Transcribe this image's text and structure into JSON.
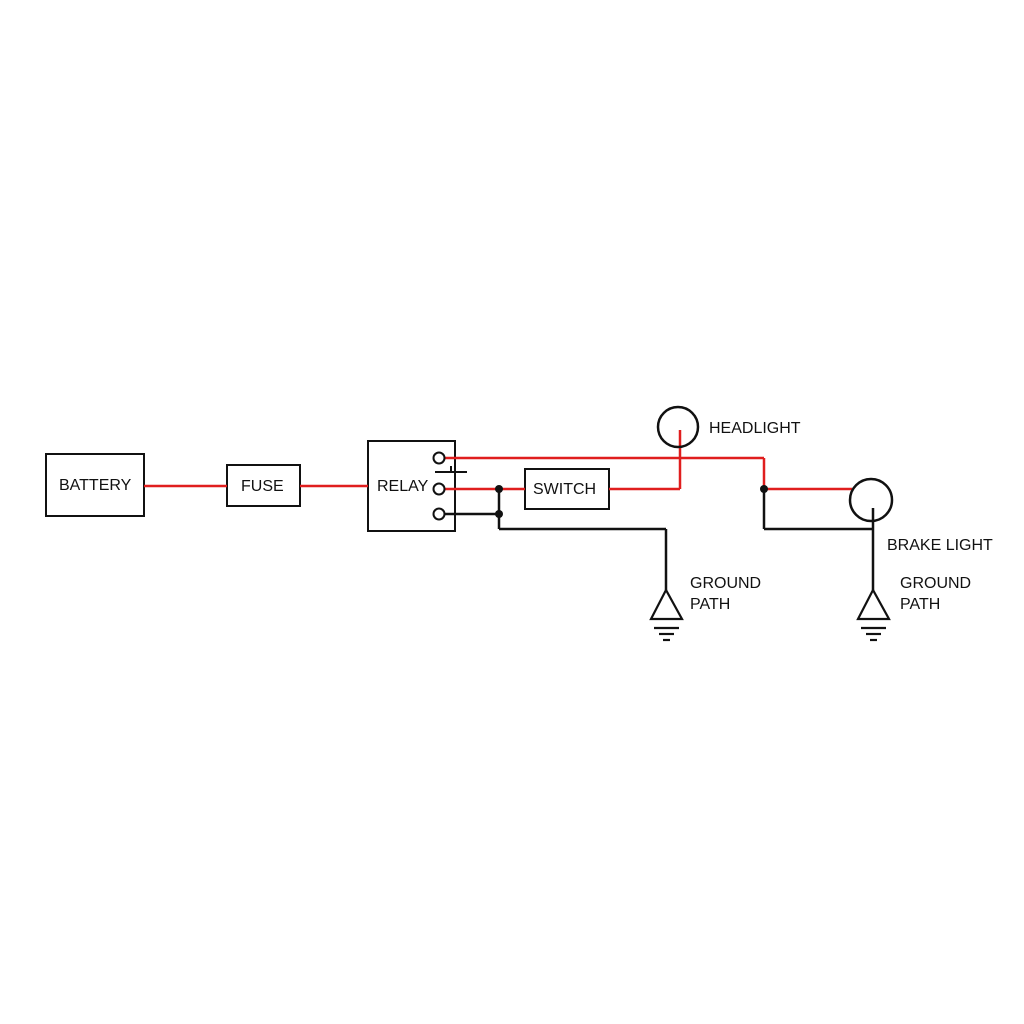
{
  "components": {
    "battery": {
      "label": "BATTERY"
    },
    "fuse": {
      "label": "FUSE"
    },
    "relay": {
      "label": "RELAY"
    },
    "switch": {
      "label": "SWITCH"
    },
    "headlight": {
      "label": "HEADLIGHT"
    },
    "brake_light": {
      "label": "BRAKE LIGHT"
    },
    "ground_1": {
      "line1": "GROUND",
      "line2": "PATH"
    },
    "ground_2": {
      "line1": "GROUND",
      "line2": "PATH"
    }
  },
  "colors": {
    "power_wire": "#e01e1e",
    "ground_wire": "#111111",
    "outline": "#111111",
    "background": "#ffffff"
  }
}
